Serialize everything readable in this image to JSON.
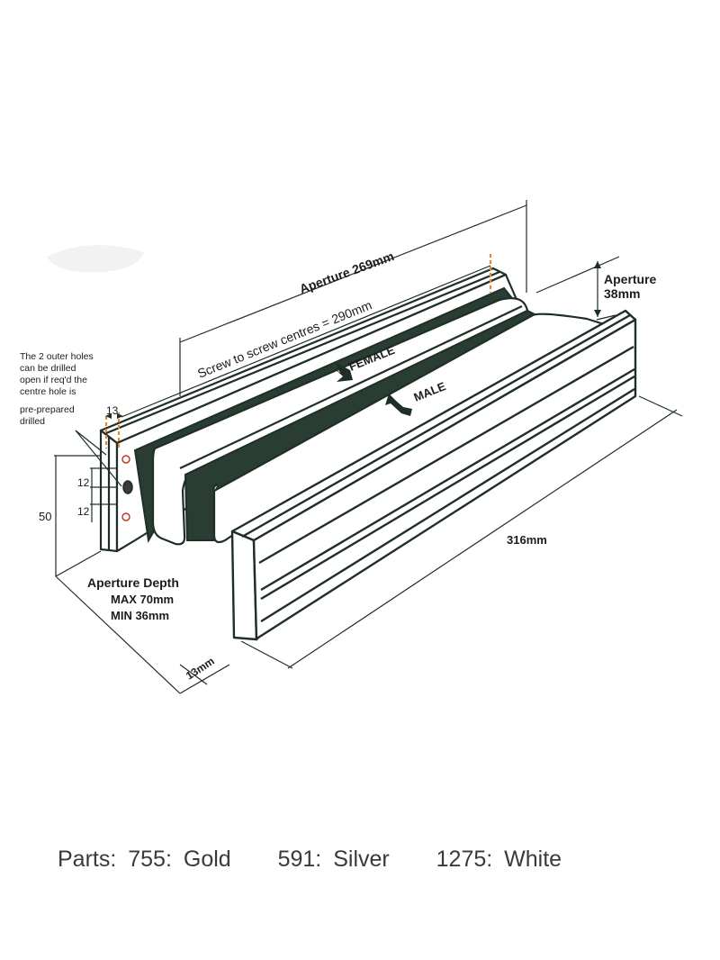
{
  "labels": {
    "aperture_width": "Aperture 269mm",
    "screw_centres": "Screw to screw centres = 290mm",
    "aperture_height_title": "Aperture",
    "aperture_height_value": "38mm",
    "female": "FEMALE",
    "male": "MALE",
    "dim_13_top": "13",
    "dim_12_upper": "12",
    "dim_12_lower": "12",
    "dim_50": "50",
    "length": "316mm",
    "depth_title": "Aperture Depth",
    "depth_max": "MAX 70mm",
    "depth_min": "MIN 36mm",
    "dim_13mm": "13mm"
  },
  "note_lines": [
    "The 2 outer holes",
    "can be drilled",
    "open if req'd the",
    "centre hole is",
    "pre-prepared",
    "drilled"
  ],
  "parts": [
    {
      "code": "755:",
      "finish": "Gold"
    },
    {
      "code": "591:",
      "finish": "Silver"
    },
    {
      "code": "1275:",
      "finish": "White"
    }
  ],
  "parts_prefix": "Parts:",
  "colors": {
    "line": "#1f2e27",
    "dark_fill": "#2a3d33",
    "screw_dash": "#e0892b"
  }
}
